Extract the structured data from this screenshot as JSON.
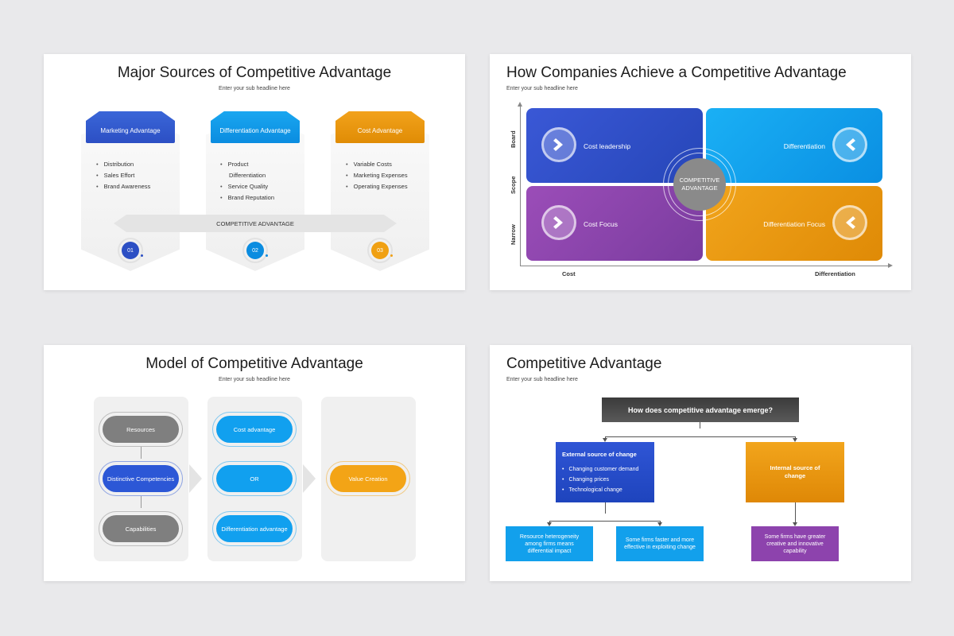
{
  "slide1": {
    "title": "Major Sources of Competitive Advantage",
    "subtitle": "Enter your sub headline here",
    "columns": [
      {
        "tab": "Marketing Advantage",
        "bullets": [
          "Distribution",
          "Sales Effort",
          "Brand Awareness"
        ],
        "number": "01",
        "color": "#2c4fc4"
      },
      {
        "tab": "Differentiation Advantage",
        "bullets": [
          "Product",
          "Differentiation",
          "Service Quality",
          "Brand Reputation"
        ],
        "number": "02",
        "color": "#0a8ce0"
      },
      {
        "tab": "Cost Advantage",
        "bullets": [
          "Variable Costs",
          "Marketing Expenses",
          "Operating Expenses"
        ],
        "number": "03",
        "color": "#e08c05"
      }
    ],
    "arrow_label": "COMPETITIVE ADVANTAGE"
  },
  "slide2": {
    "title": "How Companies Achieve a Competitive Advantage",
    "subtitle": "Enter your sub headline here",
    "quadrants": {
      "top_left": "Cost leadership",
      "top_right": "Differentiation",
      "bottom_left": "Cost Focus",
      "bottom_right": "Differentiation Focus"
    },
    "center": "COMPETITIVE ADVANTAGE",
    "y_axis": [
      "Board",
      "Scope",
      "Narrow"
    ],
    "x_axis": [
      "Cost",
      "Differentiation"
    ]
  },
  "slide3": {
    "title": "Model of Competitive Advantage",
    "subtitle": "Enter your sub headline here",
    "col1": [
      "Resources",
      "Distinctive Competencies",
      "Capabilities"
    ],
    "col2": [
      "Cost advantage",
      "OR",
      "Differentiation advantage"
    ],
    "col3": [
      "Value Creation"
    ]
  },
  "slide4": {
    "title": "Competitive Advantage",
    "subtitle": "Enter your sub headline here",
    "question": "How does competitive advantage emerge?",
    "external": {
      "title": "External source of change",
      "items": [
        "Changing customer demand",
        "Changing prices",
        "Technological change"
      ]
    },
    "internal": "Internal source of change",
    "leaves": [
      "Resource heterogeneity among firms means differential impact",
      "Some firms faster and more effective in exploiting change",
      "Some firms have greater creative and innovative capability"
    ]
  }
}
